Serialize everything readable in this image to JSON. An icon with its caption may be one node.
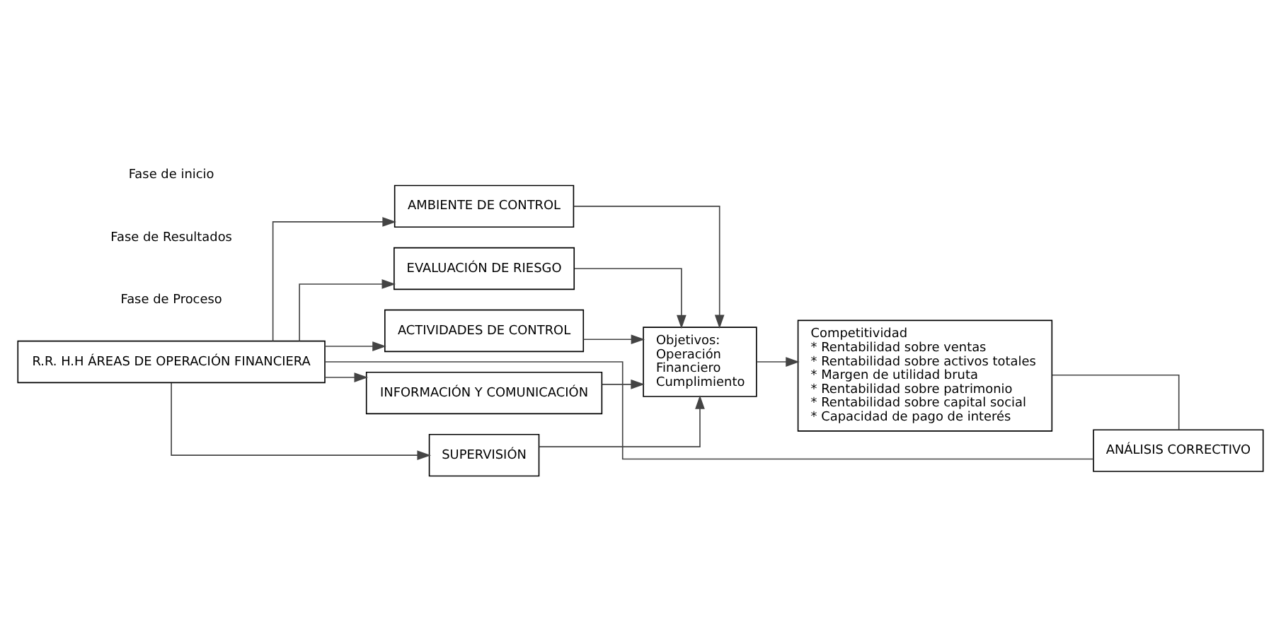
{
  "diagram": {
    "nodes": [
      {
        "text": [
          "R.R. H.H ÁREAS DE OPERACIÓN FINANCIERA"
        ]
      },
      {
        "text": [
          "AMBIENTE DE CONTROL"
        ]
      },
      {
        "text": [
          "EVALUACIÓN DE RIESGO"
        ]
      },
      {
        "text": [
          "ACTIVIDADES DE CONTROL"
        ]
      },
      {
        "text": [
          "INFORMACIÓN Y COMUNICACIÓN"
        ]
      },
      {
        "text": [
          "SUPERVISIÓN"
        ]
      },
      {
        "text": [
          "Objetivos:",
          "Operación",
          "Financiero",
          "Cumplimiento"
        ]
      },
      {
        "text": [
          "Competitividad",
          "* Rentabilidad sobre ventas",
          "* Rentabilidad sobre activos totales",
          "* Margen de utilidad bruta",
          "* Rentabilidad sobre patrimonio",
          "* Rentabilidad sobre capital social",
          "* Capacidad de pago de interés"
        ]
      },
      {
        "text": [
          "ANÁLISIS CORRECTIVO"
        ]
      }
    ],
    "edges": [
      {
        "from": 0,
        "to": 1,
        "arrow": "to"
      },
      {
        "from": 0,
        "to": 2,
        "arrow": "to"
      },
      {
        "from": 0,
        "to": 3,
        "arrow": "to"
      },
      {
        "from": 0,
        "to": 4,
        "arrow": "to"
      },
      {
        "from": 0,
        "to": 5,
        "arrow": "to"
      },
      {
        "from": 1,
        "to": 6,
        "arrow": "to"
      },
      {
        "from": 2,
        "to": 6,
        "arrow": "to"
      },
      {
        "from": 3,
        "to": 6,
        "arrow": "to"
      },
      {
        "from": 4,
        "to": 6,
        "arrow": "to"
      },
      {
        "from": 5,
        "to": 6,
        "arrow": "to"
      },
      {
        "from": 6,
        "to": 7,
        "arrow": "to"
      },
      {
        "from": 7,
        "to": 8,
        "arrow": "none"
      },
      {
        "from": 0,
        "to": 8,
        "arrow": "none"
      }
    ],
    "labels": [
      "Fase de Proceso",
      "Fase de Resultados",
      "Fase de inicio"
    ]
  }
}
